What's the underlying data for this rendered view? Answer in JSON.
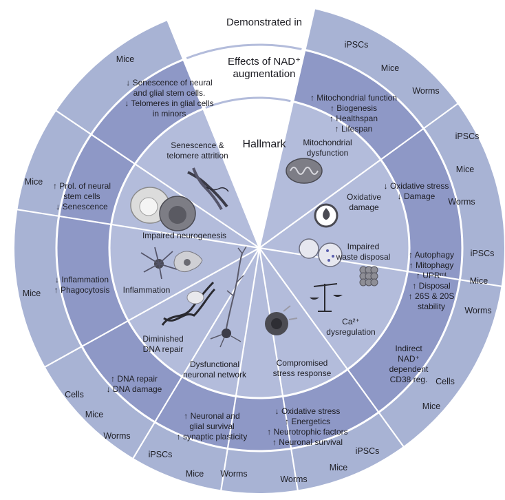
{
  "colors": {
    "outer_ring": "#a8b3d4",
    "middle_ring": "#8e98c6",
    "inner_ring": "#b3bcdb",
    "divider": "#ffffff",
    "header_gap": "#ffffff",
    "text": "#1e1e24"
  },
  "header": {
    "outer_title": "Demonstrated in",
    "middle_title_line1": "Effects of NAD⁺",
    "middle_title_line2": "augmentation",
    "inner_title": "Hallmark"
  },
  "sectors": [
    {
      "hallmark": [
        "Senescence &",
        "telomere attrition"
      ],
      "effects": [
        "↓ Senescence of neural",
        "and glial stem cells.",
        "↓ Telomeres in glial cells",
        "in minors"
      ],
      "models": [
        "Mice"
      ],
      "icons": [
        "chromosome-icon"
      ]
    },
    {
      "hallmark": [
        "Impaired neurogenesis"
      ],
      "effects": [
        "↑ Prol. of neural",
        "stem cells",
        "↓ Senescence"
      ],
      "models": [
        "Mice"
      ],
      "icons": [
        "stem-cell-light-icon",
        "stem-cell-dark-icon"
      ]
    },
    {
      "hallmark": [
        "Inflammation"
      ],
      "effects": [
        "↓ Inflammation",
        "↑ Phagocytosis"
      ],
      "models": [
        "Mice"
      ],
      "icons": [
        "microglia-icon",
        "macrophage-icon"
      ]
    },
    {
      "hallmark": [
        "Diminished",
        "DNA repair"
      ],
      "effects": [
        "↑ DNA repair",
        "↓ DNA damage"
      ],
      "models": [
        "Cells",
        "Mice",
        "Worms"
      ],
      "icons": [
        "dna-helix-icon"
      ]
    },
    {
      "hallmark": [
        "Dysfunctional",
        "neuronal network"
      ],
      "effects": [
        "↑ Neuronal and",
        "glial survival",
        "↑ synaptic plasticity"
      ],
      "models": [
        "iPSCs",
        "Mice",
        "Worms"
      ],
      "icons": [
        "neuron-icon"
      ]
    },
    {
      "hallmark": [
        "Compromised",
        "stress response"
      ],
      "effects": [
        "↓ Oxidative stress",
        "↑ Energetics",
        "↑ Neurotrophic factors",
        "↑ Neuronal survival"
      ],
      "models": [
        "iPSCs",
        "Mice",
        "Worms"
      ],
      "icons": [
        "stressed-cell-icon"
      ]
    },
    {
      "hallmark": [
        "Ca²⁺",
        "dysregulation"
      ],
      "effects": [
        "Indirect",
        "NAD⁺",
        "dependent",
        "CD38 reg."
      ],
      "models": [
        "Cells",
        "Mice"
      ],
      "icons": [
        "balance-scale-icon"
      ]
    },
    {
      "hallmark": [
        "Impaired",
        "waste disposal"
      ],
      "effects": [
        "↑ Autophagy",
        "↑ Mitophagy",
        "↑ UPRᵐᵗ",
        "↑ Disposal",
        "↑ 26S & 20S",
        "stability"
      ],
      "models": [
        "iPSCs",
        "Mice",
        "Worms"
      ],
      "icons": [
        "lysosome-icon",
        "proteasome-icon"
      ]
    },
    {
      "hallmark": [
        "Oxidative",
        "damage"
      ],
      "effects": [
        "↓ Oxidative stress",
        "↓ Damage"
      ],
      "models": [
        "iPSCs",
        "Mice",
        "Worms"
      ],
      "icons": [
        "flame-hazard-icon"
      ]
    },
    {
      "hallmark": [
        "Mitochondrial",
        "dysfunction"
      ],
      "effects": [
        "↑ Mitochondrial function",
        "↑ Biogenesis",
        "↑ Healthspan",
        "↑ Lifespan"
      ],
      "models": [
        "iPSCs",
        "Mice",
        "Worms"
      ],
      "icons": [
        "mitochondrion-icon"
      ]
    }
  ]
}
